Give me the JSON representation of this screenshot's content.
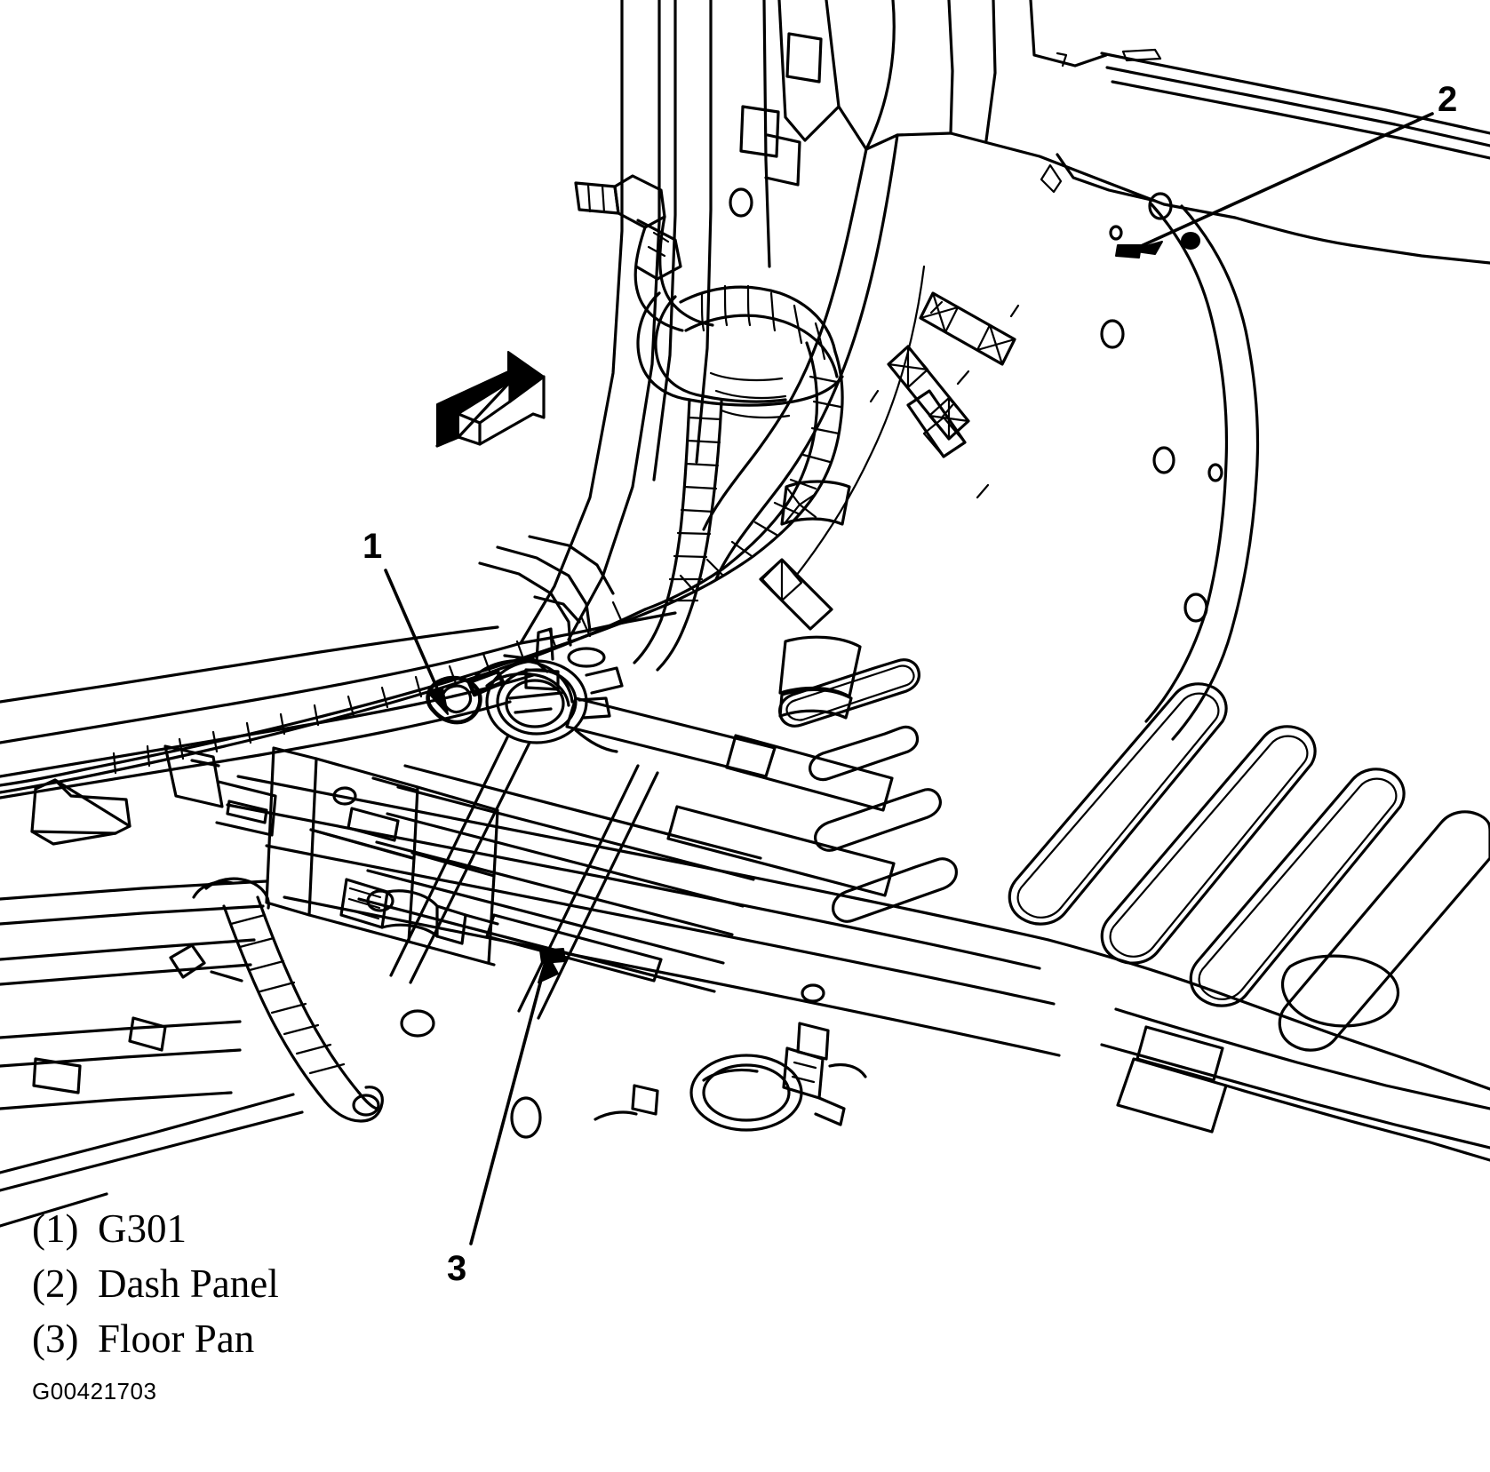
{
  "figure": {
    "id_text": "G00421703",
    "type": "automotive-service-line-drawing",
    "description": "Line drawing of vehicle passenger-compartment floor pan and dash panel showing wiring harness routing and the G301 ground stud location",
    "line_color": "#000000",
    "background_color": "#ffffff"
  },
  "callouts": [
    {
      "number": "1",
      "target": "G301 ground stud on rocker / floor bracket"
    },
    {
      "number": "2",
      "target": "Dash panel"
    },
    {
      "number": "3",
      "target": "Floor pan"
    }
  ],
  "legend": {
    "items": [
      {
        "index": "(1)",
        "label": "G301"
      },
      {
        "index": "(2)",
        "label": "Dash Panel"
      },
      {
        "index": "(3)",
        "label": "Floor Pan"
      }
    ]
  },
  "direction_arrow": {
    "name": "forward-direction-arrow",
    "points": "right",
    "style": "3d-block-arrow"
  }
}
